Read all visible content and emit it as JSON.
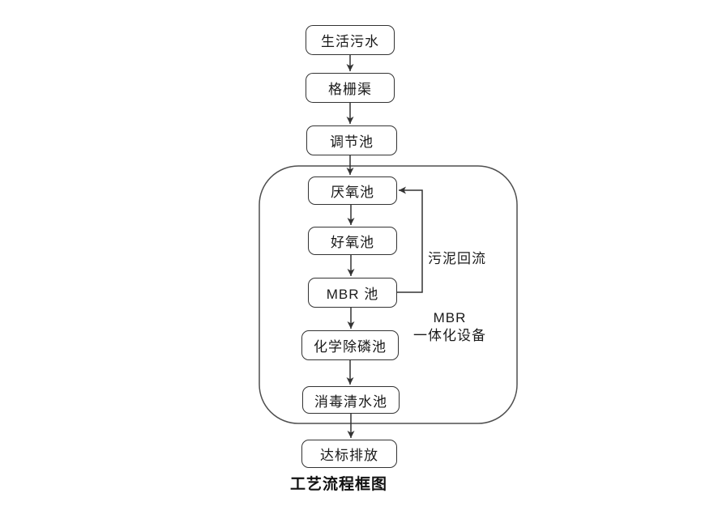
{
  "diagram": {
    "caption": "工艺流程框图",
    "nodes": [
      {
        "id": "domestic-sewage",
        "label": "生活污水"
      },
      {
        "id": "grid-channel",
        "label": "格栅渠"
      },
      {
        "id": "regulating-tank",
        "label": "调节池"
      },
      {
        "id": "anaerobic-tank",
        "label": "厌氧池"
      },
      {
        "id": "aerobic-tank",
        "label": "好氧池"
      },
      {
        "id": "mbr-tank",
        "label": "MBR 池"
      },
      {
        "id": "chemical-phosphorus-removal-tank",
        "label": "化学除磷池"
      },
      {
        "id": "disinfection-clean-water-tank",
        "label": "消毒清水池"
      },
      {
        "id": "standard-discharge",
        "label": "达标排放"
      }
    ],
    "edges": [
      {
        "from": "生活污水",
        "to": "格栅渠"
      },
      {
        "from": "格栅渠",
        "to": "调节池"
      },
      {
        "from": "调节池",
        "to": "厌氧池"
      },
      {
        "from": "厌氧池",
        "to": "好氧池"
      },
      {
        "from": "好氧池",
        "to": "MBR 池"
      },
      {
        "from": "MBR 池",
        "to": "化学除磷池"
      },
      {
        "from": "化学除磷池",
        "to": "消毒清水池"
      },
      {
        "from": "消毒清水池",
        "to": "达标排放"
      },
      {
        "from": "MBR 池",
        "to": "厌氧池",
        "label": "污泥回流"
      }
    ],
    "annotations": {
      "sludge_return": "污泥回流",
      "equipment_line1": "MBR",
      "equipment_line2": "一体化设备"
    },
    "colors": {
      "line": "#333333",
      "boundary": "#4f4f4f",
      "text": "#1a1a1a",
      "background": "#ffffff"
    }
  }
}
